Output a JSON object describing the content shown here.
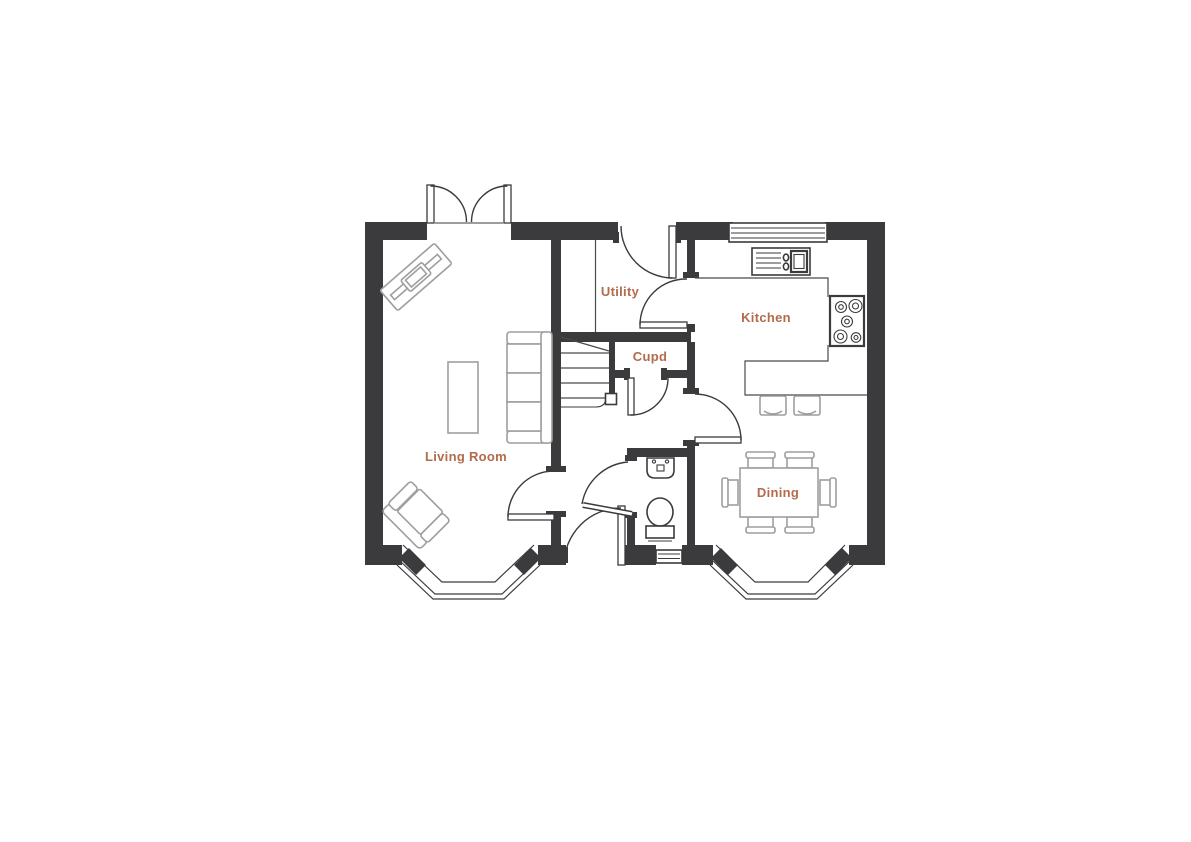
{
  "document": {
    "type": "ground-floor-plan"
  },
  "labels": {
    "living_room": "Living Room",
    "utility": "Utility",
    "cupboard": "Cupd",
    "kitchen": "Kitchen",
    "dining": "Dining"
  },
  "colors": {
    "wall": "#3b3b3d",
    "door_swing": "#3b3b3d",
    "furniture_outline": "#9e9e9e",
    "counter_line": "#4a4a4a",
    "room_label": "#b26b4b",
    "background": "#ffffff"
  }
}
